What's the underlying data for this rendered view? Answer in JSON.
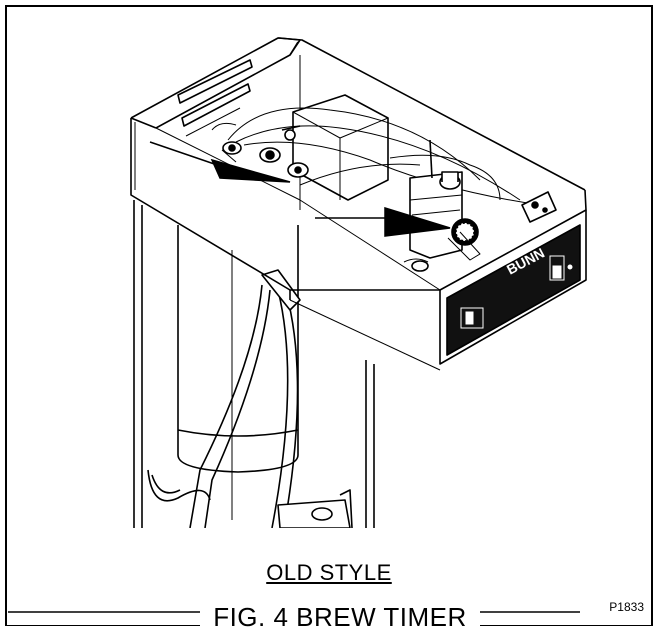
{
  "figure": {
    "style_caption": "OLD STYLE",
    "figure_caption": "FIG. 4 BREW TIMER",
    "part_code": "P1833",
    "brand_label": "BUNN"
  }
}
